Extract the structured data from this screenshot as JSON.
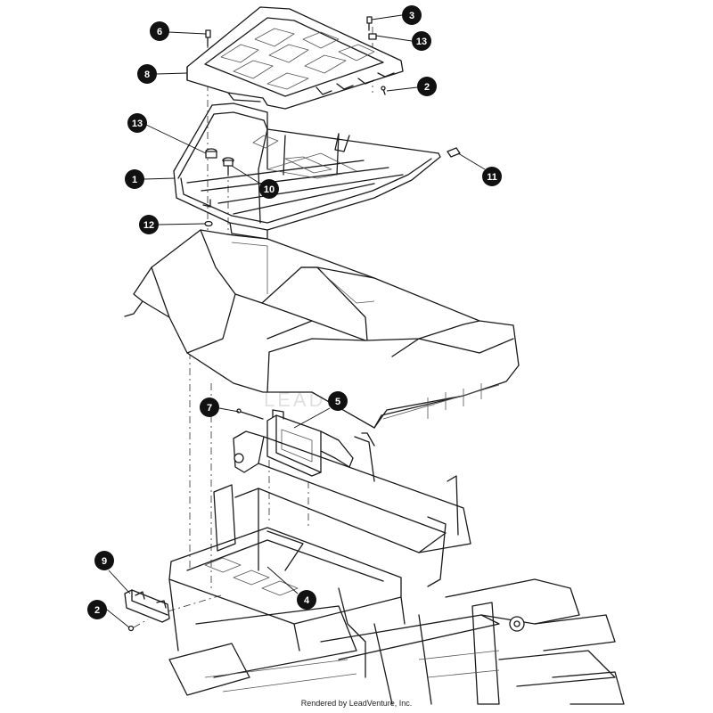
{
  "diagram": {
    "callouts": [
      {
        "id": "c1",
        "label": "1"
      },
      {
        "id": "c2a",
        "label": "2"
      },
      {
        "id": "c2b",
        "label": "2"
      },
      {
        "id": "c3",
        "label": "3"
      },
      {
        "id": "c4",
        "label": "4"
      },
      {
        "id": "c5",
        "label": "5"
      },
      {
        "id": "c6",
        "label": "6"
      },
      {
        "id": "c7",
        "label": "7"
      },
      {
        "id": "c8",
        "label": "8"
      },
      {
        "id": "c9",
        "label": "9"
      },
      {
        "id": "c10",
        "label": "10"
      },
      {
        "id": "c11",
        "label": "11"
      },
      {
        "id": "c12",
        "label": "12"
      },
      {
        "id": "c13a",
        "label": "13"
      },
      {
        "id": "c13b",
        "label": "13"
      }
    ],
    "watermark": "LEADVENTURE",
    "credit": "Rendered by LeadVenture, Inc."
  },
  "colors": {
    "line": "#1a1a1a",
    "callout_fill": "#111111",
    "callout_text": "#ffffff",
    "watermark": "#c8c8c8"
  }
}
